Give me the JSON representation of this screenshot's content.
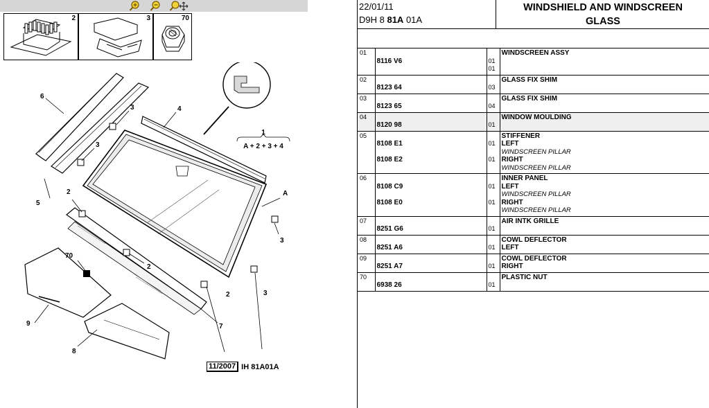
{
  "toolbar": {
    "zoom_in_icon": "zoom-in-icon",
    "zoom_out_icon": "zoom-out-icon",
    "zoom_pan_icon": "zoom-pan-icon"
  },
  "thumbs": [
    {
      "num": "2"
    },
    {
      "num": "3"
    },
    {
      "num": "70"
    }
  ],
  "diagram": {
    "callouts": [
      "6",
      "3",
      "4",
      "3",
      "5",
      "2",
      "A",
      "3",
      "70",
      "2",
      "2",
      "3",
      "9",
      "7",
      "8"
    ],
    "formula_top": "1",
    "formula": "A + 2 + 3 + 4"
  },
  "stamp": {
    "date": "11/2007",
    "ref": "IH 81A01A"
  },
  "header": {
    "date": "22/01/11",
    "code_prefix": "D9H 8 ",
    "code_bold": "81A",
    "code_suffix": " 01A",
    "title_line1": "WINDSHIELD AND WINDSCREEN",
    "title_line2": "GLASS"
  },
  "parts": [
    {
      "ref": "01",
      "rows": [
        {
          "pn": "",
          "q": "",
          "d": "WINDSCREEN ASSY",
          "t": "name"
        },
        {
          "pn": "8116 V6",
          "q": "01",
          "d": "",
          "t": ""
        },
        {
          "pn": "",
          "q": "01",
          "d": "",
          "t": ""
        }
      ]
    },
    {
      "ref": "02",
      "rows": [
        {
          "pn": "",
          "q": "",
          "d": "GLASS FIX SHIM",
          "t": "name"
        },
        {
          "pn": "8123 64",
          "q": "03",
          "d": "",
          "t": ""
        }
      ]
    },
    {
      "ref": "03",
      "rows": [
        {
          "pn": "",
          "q": "",
          "d": "GLASS FIX SHIM",
          "t": "name"
        },
        {
          "pn": "8123 65",
          "q": "04",
          "d": "",
          "t": ""
        }
      ]
    },
    {
      "ref": "04",
      "hl": true,
      "rows": [
        {
          "pn": "",
          "q": "",
          "d": "WINDOW MOULDING",
          "t": "name"
        },
        {
          "pn": "8120 98",
          "q": "01",
          "d": "",
          "t": ""
        }
      ]
    },
    {
      "ref": "05",
      "rows": [
        {
          "pn": "",
          "q": "",
          "d": "STIFFENER",
          "t": "name"
        },
        {
          "pn": "8108 E1",
          "q": "01",
          "d": "LEFT",
          "t": "var"
        },
        {
          "pn": "",
          "q": "",
          "d": "WINDSCREEN PILLAR",
          "t": "loc"
        },
        {
          "pn": "8108 E2",
          "q": "01",
          "d": "RIGHT",
          "t": "var"
        },
        {
          "pn": "",
          "q": "",
          "d": "WINDSCREEN PILLAR",
          "t": "loc"
        }
      ]
    },
    {
      "ref": "06",
      "rows": [
        {
          "pn": "",
          "q": "",
          "d": "INNER PANEL",
          "t": "name"
        },
        {
          "pn": "8108 C9",
          "q": "01",
          "d": "LEFT",
          "t": "var"
        },
        {
          "pn": "",
          "q": "",
          "d": "WINDSCREEN PILLAR",
          "t": "loc"
        },
        {
          "pn": "8108 E0",
          "q": "01",
          "d": "RIGHT",
          "t": "var"
        },
        {
          "pn": "",
          "q": "",
          "d": "WINDSCREEN PILLAR",
          "t": "loc"
        }
      ]
    },
    {
      "ref": "07",
      "rows": [
        {
          "pn": "",
          "q": "",
          "d": "AIR INTK GRILLE",
          "t": "name"
        },
        {
          "pn": "8251 G6",
          "q": "01",
          "d": "",
          "t": ""
        }
      ]
    },
    {
      "ref": "08",
      "rows": [
        {
          "pn": "",
          "q": "",
          "d": "COWL DEFLECTOR",
          "t": "name"
        },
        {
          "pn": "8251 A6",
          "q": "01",
          "d": "LEFT",
          "t": "var"
        }
      ]
    },
    {
      "ref": "09",
      "rows": [
        {
          "pn": "",
          "q": "",
          "d": "COWL DEFLECTOR",
          "t": "name"
        },
        {
          "pn": "8251 A7",
          "q": "01",
          "d": "RIGHT",
          "t": "var"
        }
      ]
    },
    {
      "ref": "70",
      "rows": [
        {
          "pn": "",
          "q": "",
          "d": "PLASTIC NUT",
          "t": "name"
        },
        {
          "pn": "6938 26",
          "q": "01",
          "d": "",
          "t": ""
        }
      ]
    }
  ]
}
